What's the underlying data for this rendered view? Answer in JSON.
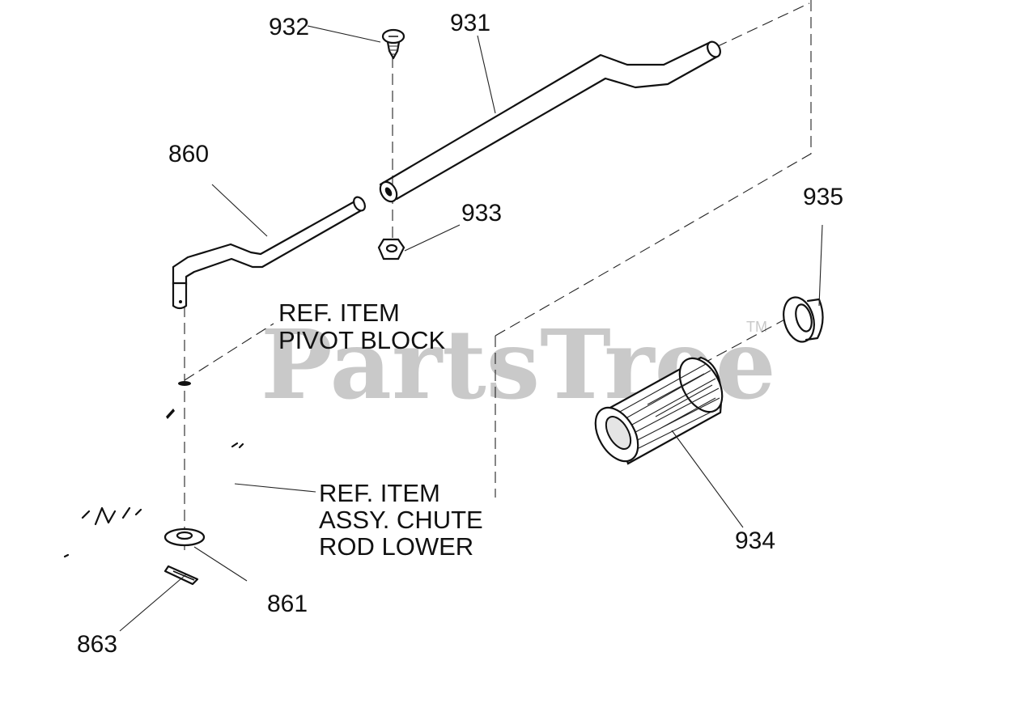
{
  "watermark": {
    "text": "PartsTree",
    "trademark": "TM"
  },
  "callouts": {
    "p932": "932",
    "p931": "931",
    "p860": "860",
    "p933": "933",
    "p935": "935",
    "p934": "934",
    "p861": "861",
    "p863": "863"
  },
  "references": {
    "pivot_block": {
      "line1": "REF. ITEM",
      "line2": "PIVOT BLOCK"
    },
    "chute_rod": {
      "line1": "REF. ITEM",
      "line2": "ASSY. CHUTE",
      "line3": "ROD LOWER"
    }
  }
}
